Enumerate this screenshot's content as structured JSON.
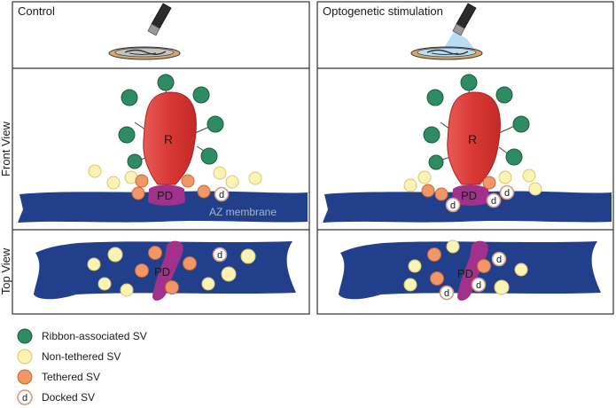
{
  "panels": {
    "control": {
      "title": "Control"
    },
    "stimulation": {
      "title": "Optogenetic stimulation"
    }
  },
  "row_labels": {
    "front": "Front View",
    "top": "Top View"
  },
  "labels": {
    "ribbon": "R",
    "presynaptic_density": "PD",
    "docked_mark": "d",
    "membrane": "AZ membrane"
  },
  "legend": [
    {
      "key": "ribbon_associated",
      "label": "Ribbon-associated SV"
    },
    {
      "key": "non_tethered",
      "label": "Non-tethered SV"
    },
    {
      "key": "tethered",
      "label": "Tethered SV"
    },
    {
      "key": "docked",
      "label": "Docked SV",
      "mark": "d"
    }
  ],
  "colors": {
    "ribbon_associated": "#2e8b63",
    "non_tethered": "#fbf3b5",
    "tethered": "#ef9766",
    "docked": "#ffffff",
    "ribbon": "#dd3a37",
    "presynaptic_density": "#a2318c",
    "membrane": "#213f8a",
    "light": "#9fd3f2"
  }
}
